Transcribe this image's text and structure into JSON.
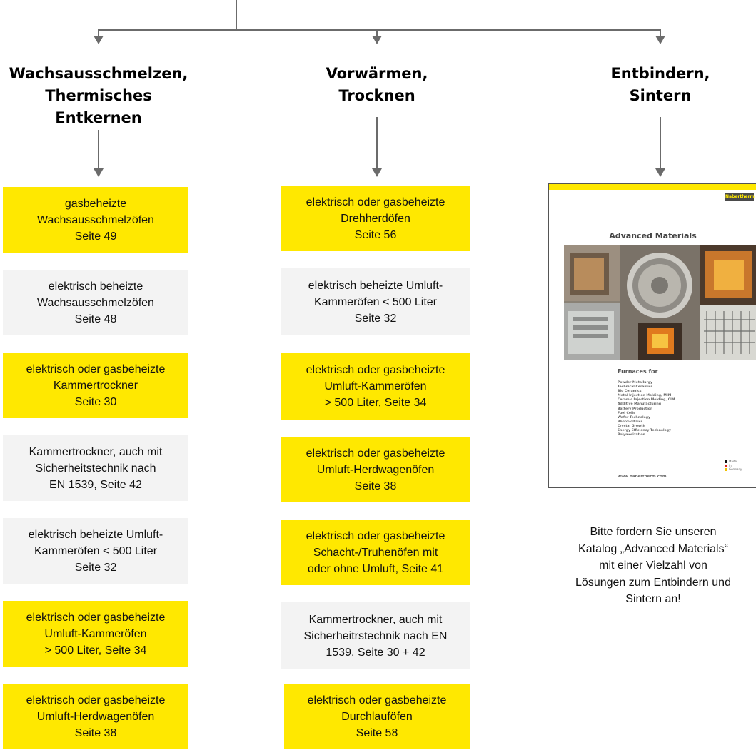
{
  "colors": {
    "highlight": "#ffe800",
    "neutral_box": "#f3f3f3",
    "connector": "#6b6b6b"
  },
  "columns": [
    {
      "heading": "Wachsausschmelzen,\nThermisches\nEntkernen",
      "items": [
        {
          "text": "gasbeheizte\nWachsausschmelzöfen\nSeite 49",
          "highlight": true
        },
        {
          "text": "elektrisch beheizte\nWachsausschmelzöfen\nSeite 48",
          "highlight": false
        },
        {
          "text": "elektrisch oder gasbeheizte\nKammertrockner\nSeite 30",
          "highlight": true
        },
        {
          "text": "Kammertrockner, auch mit\nSicherheitstechnik nach\nEN 1539, Seite 42",
          "highlight": false
        },
        {
          "text": "elektrisch beheizte Umluft-\nKammeröfen < 500 Liter\nSeite 32",
          "highlight": false
        },
        {
          "text": "elektrisch oder gasbeheizte\nUmluft-Kammeröfen\n> 500 Liter, Seite 34",
          "highlight": true
        },
        {
          "text": "elektrisch oder gasbeheizte\nUmluft-Herdwagenöfen\nSeite 38",
          "highlight": true
        }
      ]
    },
    {
      "heading": "Vorwärmen,\nTrocknen",
      "items": [
        {
          "text": "elektrisch oder gasbeheizte\nDrehherdöfen\nSeite 56",
          "highlight": true
        },
        {
          "text": "elektrisch beheizte Umluft-\nKammeröfen < 500 Liter\nSeite 32",
          "highlight": false
        },
        {
          "text": "elektrisch oder gasbeheizte\nUmluft-Kammeröfen\n> 500 Liter, Seite 34",
          "highlight": true
        },
        {
          "text": "elektrisch oder gasbeheizte\nUmluft-Herdwagenöfen\nSeite 38",
          "highlight": true
        },
        {
          "text": "elektrisch oder gasbeheizte\nSchacht-/Truhenöfen mit\noder ohne Umluft, Seite 41",
          "highlight": true
        },
        {
          "text": "Kammertrockner, auch mit\nSicherheitrstechnik nach EN\n1539, Seite 30 + 42",
          "highlight": false
        },
        {
          "text": "elektrisch oder gasbeheizte\nDurchlauföfen\nSeite 58",
          "highlight": true
        }
      ]
    },
    {
      "heading": "Entbindern,\nSintern"
    }
  ],
  "catalog": {
    "logo": "Nabertherm",
    "title": "Advanced Materials",
    "subtitle": "Furnaces for",
    "list": [
      "Powder Metallurgy",
      "Technical Ceramics",
      "Bio Ceramics",
      "Metal Injection Molding, MIM",
      "Ceramic Injection Molding, CIM",
      "Additive Manufacturing",
      "Battery Production",
      "Fuel Cells",
      "Wafer Technology",
      "Photovoltaics",
      "Crystal Growth",
      "Energy Efficiency Technology",
      "Polymerization"
    ],
    "url": "www.nabertherm.com",
    "marks": [
      "Made",
      "in",
      "Germany"
    ]
  },
  "note": "Bitte fordern Sie unseren\nKatalog „Advanced Materials“\nmit einer Vielzahl von\nLösungen zum Entbindern und\nSintern an!"
}
